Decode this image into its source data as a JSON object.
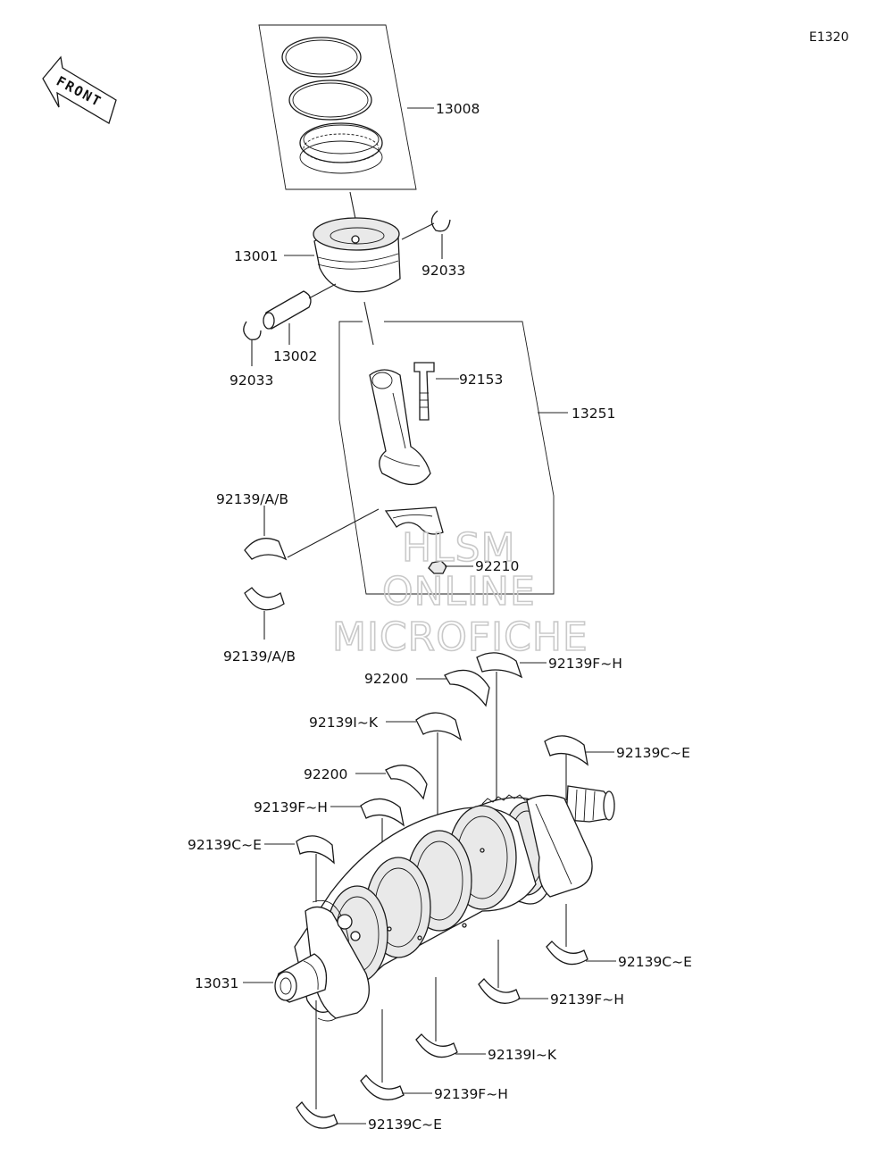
{
  "diagram": {
    "code": "E1320",
    "front_label": "FRONT",
    "watermark": [
      "HLSM",
      "ONLINE",
      "MICROFICHE"
    ],
    "callouts": {
      "rings": "13008",
      "piston": "13001",
      "circlip_right": "92033",
      "pin": "13002",
      "circlip_left": "92033",
      "bolt": "92153",
      "conrod_assy": "13251",
      "conrod_bearing_upper": "92139/A/B",
      "conrod_bearing_lower": "92139/A/B",
      "nut": "92210",
      "thrust_upper_1": "92200",
      "main_upper_fh_top": "92139F~H",
      "main_upper_ik": "92139I~K",
      "main_upper_ce_right": "92139C~E",
      "thrust_upper_2": "92200",
      "main_upper_fh_left": "92139F~H",
      "main_upper_ce_left": "92139C~E",
      "crankshaft": "13031",
      "main_lower_ce_right": "92139C~E",
      "main_lower_fh_right": "92139F~H",
      "main_lower_ik": "92139I~K",
      "main_lower_fh_left": "92139F~H",
      "main_lower_ce_left": "92139C~E"
    }
  }
}
